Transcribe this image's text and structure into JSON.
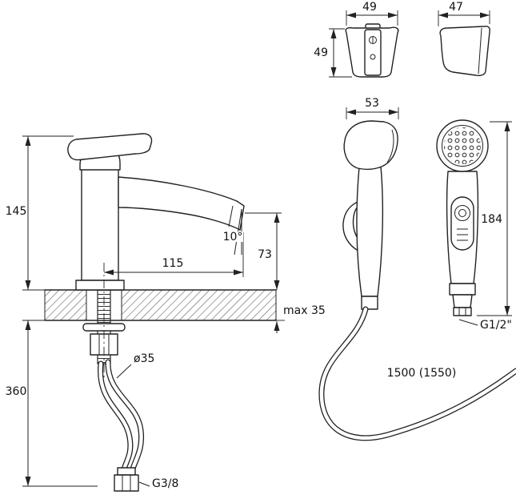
{
  "dims": {
    "bracket_width": "49",
    "bracket_height": "49",
    "bracket_side_width": "47",
    "spray_head_width": "53",
    "spray_length": "184",
    "spray_thread": "G1/2\"",
    "hose_length": "1500 (1550)",
    "faucet_height": "145",
    "spout_reach": "115",
    "spout_angle": "10°",
    "spout_height": "73",
    "deck_thickness": "max 35",
    "hole_diameter": "ø35",
    "supply_length": "360",
    "supply_thread": "G3/8"
  }
}
